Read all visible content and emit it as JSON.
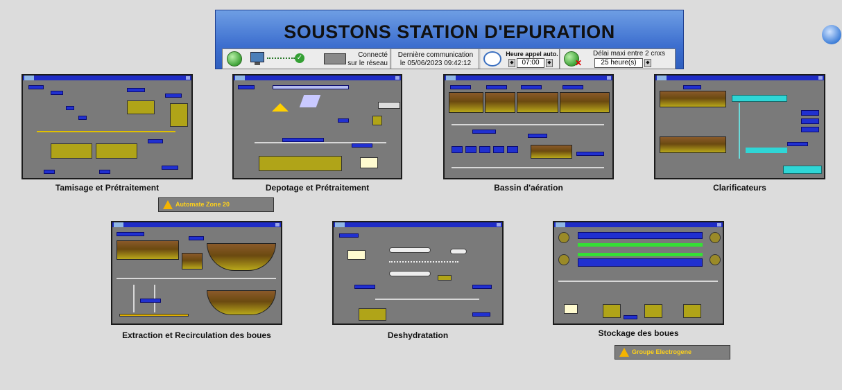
{
  "header": {
    "title": "SOUSTONS STATION D'EPURATION",
    "connection": {
      "line1": "Connecté",
      "line2": "sur le réseau"
    },
    "last_comm": {
      "label": "Dernière communication",
      "value": "le 05/06/2023 09:42:12"
    },
    "auto_call": {
      "label": "Heure appel auto.",
      "value": "07:00"
    },
    "max_delay": {
      "label": "Délai maxi entre 2 cnxs",
      "value": "25 heure(s)"
    }
  },
  "zones": [
    {
      "label": "Tamisage et Prétraitement",
      "mini_title": "DESSABLAGE ET PRETRAITEMENT"
    },
    {
      "label": "Depotage et Prétraitement",
      "mini_title": "DEPOTAGE ET PRETRAITEMENT"
    },
    {
      "label": "Bassin d'aération",
      "mini_title": "BASSIN D'AERATION"
    },
    {
      "label": "Clarificateurs",
      "mini_title": "CLARIFICATEURS"
    },
    {
      "label": "Extraction et Recirculation des boues",
      "mini_title": "EXTRACTION ET RECIRCULATION DES BOUES"
    },
    {
      "label": "Deshydratation",
      "mini_title": "DESHYDRATATION"
    },
    {
      "label": "Stockage des boues",
      "mini_title": "STOCKAGE DES BOUES"
    }
  ],
  "alarms": [
    {
      "label": "Automate Zone 20"
    },
    {
      "label": "Groupe Electrogene"
    }
  ]
}
